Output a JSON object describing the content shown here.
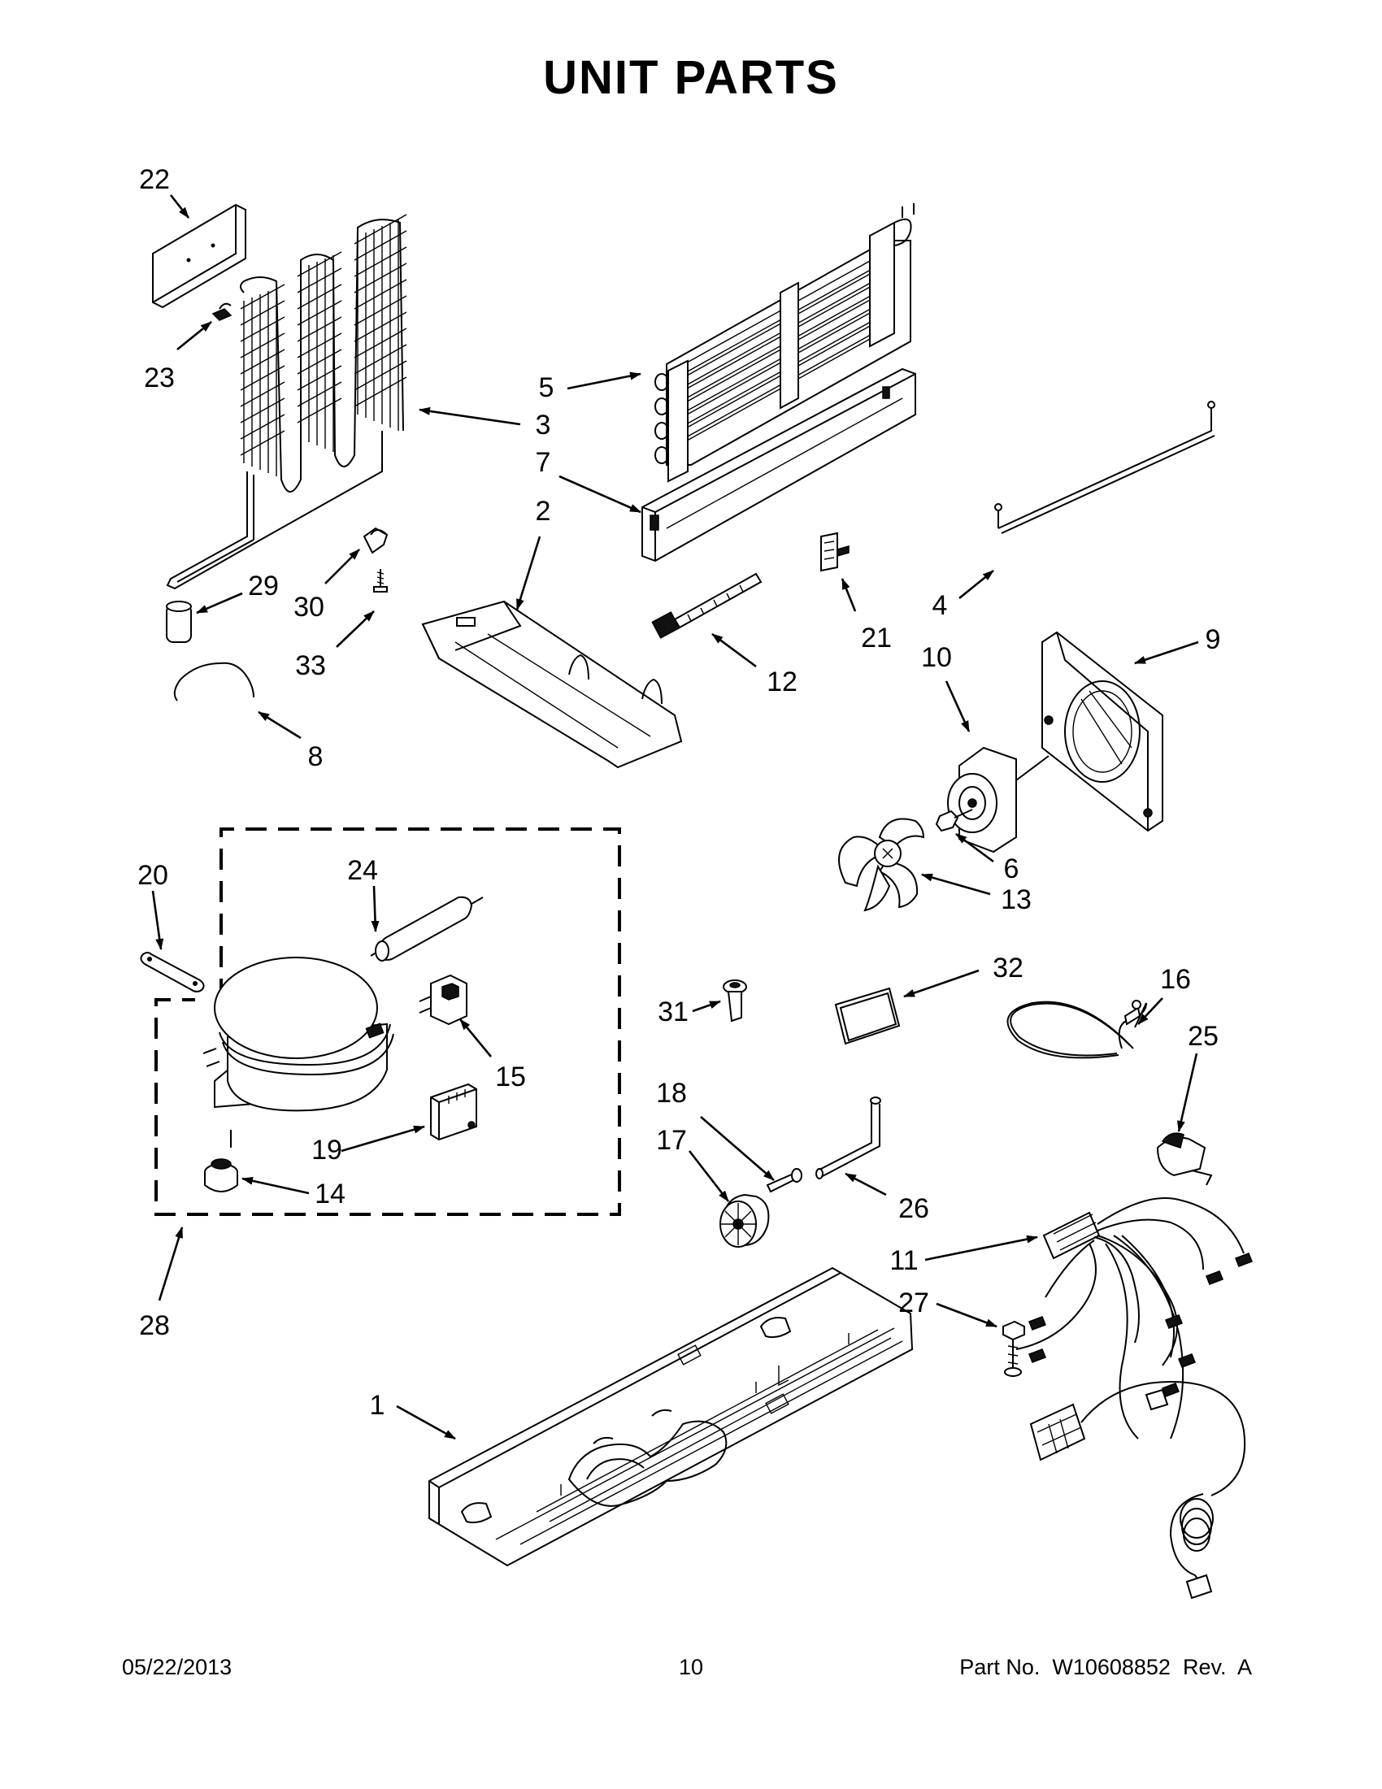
{
  "title": "UNIT PARTS",
  "footer": {
    "date": "05/22/2013",
    "page": "10",
    "part_no": "Part No.  W10608852  Rev.  A"
  },
  "callouts": [
    "1",
    "2",
    "3",
    "4",
    "5",
    "6",
    "7",
    "8",
    "9",
    "10",
    "11",
    "12",
    "13",
    "14",
    "15",
    "16",
    "17",
    "18",
    "19",
    "20",
    "21",
    "22",
    "23",
    "24",
    "25",
    "26",
    "27",
    "28",
    "29",
    "30",
    "31",
    "32",
    "33"
  ]
}
